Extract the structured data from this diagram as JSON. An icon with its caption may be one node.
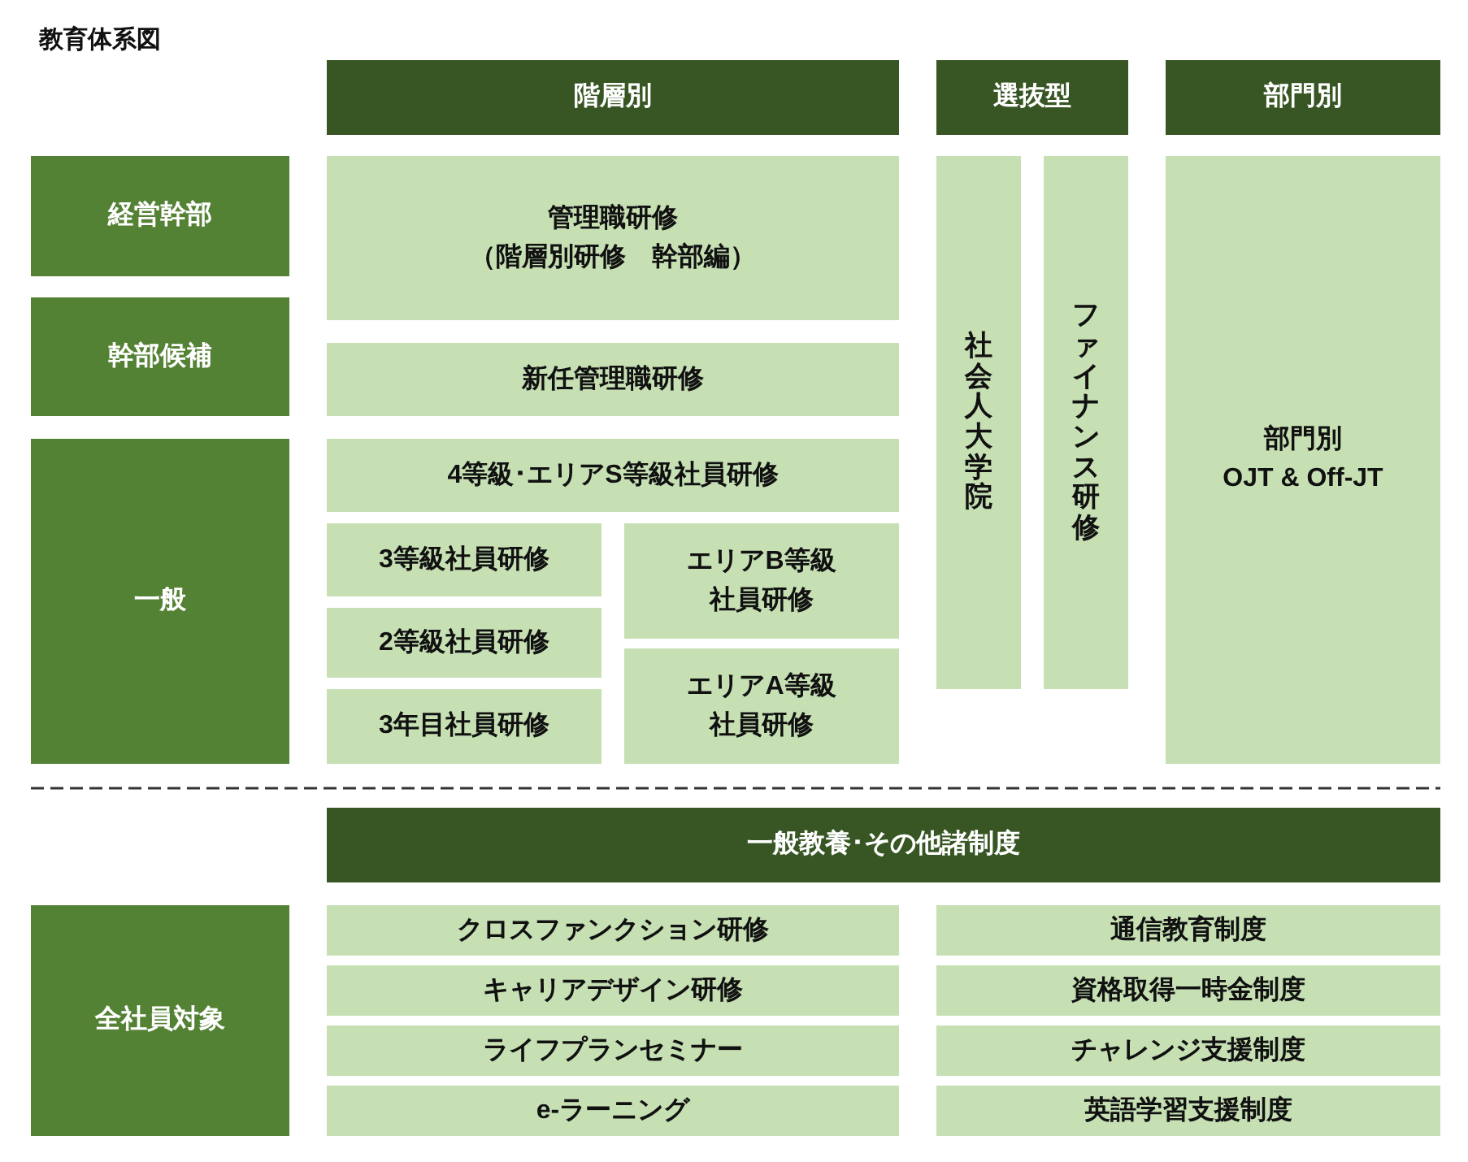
{
  "diagram": {
    "title": "教育体系図",
    "nodes": [
      {
        "text": [
          "階層別"
        ]
      },
      {
        "text": [
          "選抜型"
        ]
      },
      {
        "text": [
          "部門別"
        ]
      },
      {
        "text": [
          "経営幹部"
        ]
      },
      {
        "text": [
          "管理職研修（階層別研修　幹部編）"
        ]
      },
      {
        "text": [
          "社会人大学院"
        ]
      },
      {
        "text": [
          "ファイナンス研修"
        ]
      },
      {
        "text": [
          "部門別 OJT & Off-JT"
        ]
      },
      {
        "text": [
          "幹部候補"
        ]
      },
      {
        "text": [
          "新任管理職研修"
        ]
      },
      {
        "text": [
          "一般"
        ]
      },
      {
        "text": [
          "4等級･エリアS等級社員研修"
        ]
      },
      {
        "text": [
          "3等級社員研修"
        ]
      },
      {
        "text": [
          "エリアB等級社員研修"
        ]
      },
      {
        "text": [
          "2等級社員研修"
        ]
      },
      {
        "text": [
          "エリアA等級社員研修"
        ]
      },
      {
        "text": [
          "3年目社員研修"
        ]
      },
      {
        "text": [
          "一般教養･その他諸制度"
        ]
      },
      {
        "text": [
          "全社員対象"
        ]
      },
      {
        "text": [
          "クロスファンクション研修"
        ]
      },
      {
        "text": [
          "通信教育制度"
        ]
      },
      {
        "text": [
          "キャリアデザイン研修"
        ]
      },
      {
        "text": [
          "資格取得一時金制度"
        ]
      },
      {
        "text": [
          "ライフプランセミナー"
        ]
      },
      {
        "text": [
          "チャレンジ支援制度"
        ]
      },
      {
        "text": [
          "e-ラーニング"
        ]
      },
      {
        "text": [
          "英語学習支援制度"
        ]
      }
    ]
  }
}
